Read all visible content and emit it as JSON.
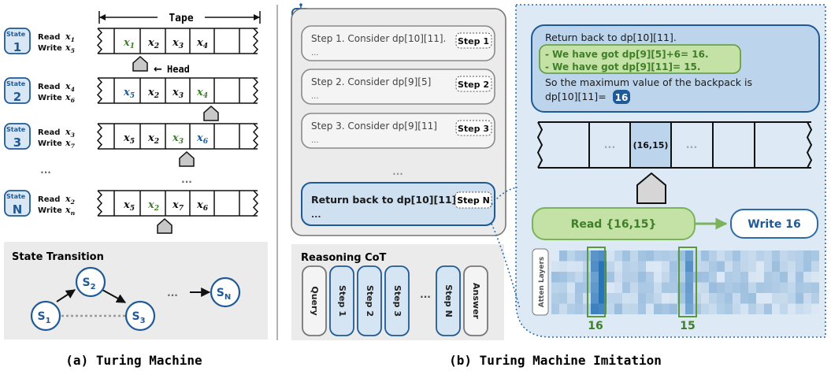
{
  "colors": {
    "blue": "#1f5a96",
    "blue_light": "#d6e5f3",
    "blue_fill": "#2d6aa6",
    "green": "#3f7f2a",
    "green_fill": "#c4e1a6",
    "gray": "#888888",
    "gray_bg": "#ebebeb"
  },
  "part_a": {
    "caption": "(a) Turing Machine",
    "tape_label": "Tape",
    "head_label": "Head",
    "state_word": "State",
    "rows": [
      {
        "state": "1",
        "read": "Read",
        "read_var": "x",
        "read_sub": "1",
        "write": "Write",
        "write_var": "x",
        "write_sub": "5",
        "cells": [
          {
            "v": "x",
            "s": "1",
            "c": "green"
          },
          {
            "v": "x",
            "s": "2",
            "c": "black"
          },
          {
            "v": "x",
            "s": "3",
            "c": "black"
          },
          {
            "v": "x",
            "s": "4",
            "c": "black"
          }
        ]
      },
      {
        "state": "2",
        "read": "Read",
        "read_var": "x",
        "read_sub": "4",
        "write": "Write",
        "write_var": "x",
        "write_sub": "6",
        "cells": [
          {
            "v": "x",
            "s": "5",
            "c": "blue"
          },
          {
            "v": "x",
            "s": "2",
            "c": "black"
          },
          {
            "v": "x",
            "s": "3",
            "c": "black"
          },
          {
            "v": "x",
            "s": "4",
            "c": "green"
          }
        ]
      },
      {
        "state": "3",
        "read": "Read",
        "read_var": "x",
        "read_sub": "3",
        "write": "Write",
        "write_var": "x",
        "write_sub": "7",
        "cells": [
          {
            "v": "x",
            "s": "5",
            "c": "black"
          },
          {
            "v": "x",
            "s": "2",
            "c": "black"
          },
          {
            "v": "x",
            "s": "3",
            "c": "green"
          },
          {
            "v": "x",
            "s": "6",
            "c": "blue"
          }
        ]
      },
      {
        "state": "N",
        "read": "Read",
        "read_var": "x",
        "read_sub": "2",
        "write": "Write",
        "write_var": "x",
        "write_sub": "n",
        "cells": [
          {
            "v": "x",
            "s": "5",
            "c": "black"
          },
          {
            "v": "x",
            "s": "2",
            "c": "green"
          },
          {
            "v": "x",
            "s": "7",
            "c": "black"
          },
          {
            "v": "x",
            "s": "6",
            "c": "black"
          }
        ]
      }
    ],
    "ellipsis": "...",
    "transition_title": "State Transition",
    "nodes": [
      {
        "base": "S",
        "sub": "1"
      },
      {
        "base": "S",
        "sub": "2"
      },
      {
        "base": "S",
        "sub": "3"
      },
      {
        "base": "S",
        "sub": "N"
      }
    ]
  },
  "part_b": {
    "caption": "(b) Turing Machine Imitation",
    "steps": [
      {
        "text": "Step 1. Consider dp[10][11].",
        "tag": "Step 1",
        "sub": "..."
      },
      {
        "text": "Step 2. Consider dp[9][5]",
        "tag": "Step 2",
        "sub": "..."
      },
      {
        "text": "Step 3. Consider dp[9][11]",
        "tag": "Step 3",
        "sub": "..."
      }
    ],
    "steps_ellipsis": "...",
    "final_step": {
      "text": "Return back to dp[10][11]",
      "tag": "Step N",
      "sub": "..."
    },
    "cot_title": "Reasoning CoT",
    "cot_tokens": [
      "Query",
      "Step 1",
      "Step 2",
      "Step 3",
      "...",
      "Step N",
      "Answer"
    ],
    "return_box": {
      "line1": "Return back to dp[10][11].",
      "bullet1": "- We have got dp[9][5]+6= 16.",
      "bullet2": "- We have got dp[9][11]= 15.",
      "line3": "So the maximum value of the backpack is",
      "line4": "dp[10][11]=",
      "answer": "16"
    },
    "tape_cells": [
      "",
      "...",
      "(16,15)",
      "...",
      ""
    ],
    "read_label": "Read {16,15}",
    "write_label": "Write 16",
    "atten_label": "Atten Layers",
    "col_labels": [
      "16",
      "15"
    ]
  }
}
